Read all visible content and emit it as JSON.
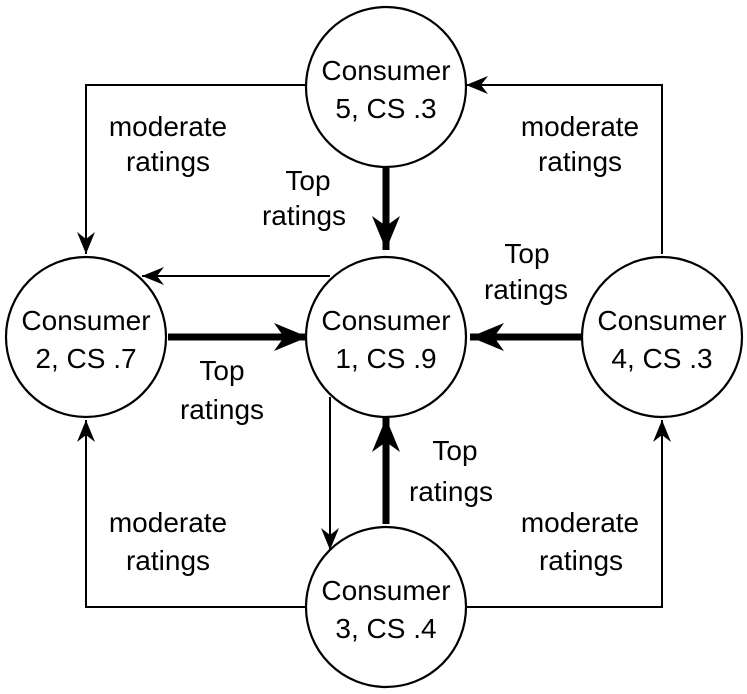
{
  "nodes": [
    {
      "id": "c1",
      "line1": "Consumer",
      "line2": "1, CS .9"
    },
    {
      "id": "c2",
      "line1": "Consumer",
      "line2": "2, CS .7"
    },
    {
      "id": "c3",
      "line1": "Consumer",
      "line2": "3, CS .4"
    },
    {
      "id": "c4",
      "line1": "Consumer",
      "line2": "4, CS .3"
    },
    {
      "id": "c5",
      "line1": "Consumer",
      "line2": "5, CS .3"
    }
  ],
  "edges": [
    {
      "from": "c5",
      "to": "c1",
      "kind": "top",
      "line1": "Top",
      "line2": "ratings"
    },
    {
      "from": "c2",
      "to": "c1",
      "kind": "top",
      "line1": "Top",
      "line2": "ratings"
    },
    {
      "from": "c4",
      "to": "c1",
      "kind": "top",
      "line1": "Top",
      "line2": "ratings"
    },
    {
      "from": "c3",
      "to": "c1",
      "kind": "top",
      "line1": "Top",
      "line2": "ratings"
    },
    {
      "from": "c5",
      "to": "c2",
      "kind": "moderate",
      "line1": "moderate",
      "line2": "ratings"
    },
    {
      "from": "c4",
      "to": "c5",
      "kind": "moderate",
      "line1": "moderate",
      "line2": "ratings"
    },
    {
      "from": "c3",
      "to": "c2",
      "kind": "moderate",
      "line1": "moderate",
      "line2": "ratings"
    },
    {
      "from": "c3",
      "to": "c4",
      "kind": "moderate",
      "line1": "moderate",
      "line2": "ratings"
    },
    {
      "from": "c1",
      "to": "c2",
      "kind": "plain"
    },
    {
      "from": "c1",
      "to": "c3",
      "kind": "plain"
    }
  ]
}
